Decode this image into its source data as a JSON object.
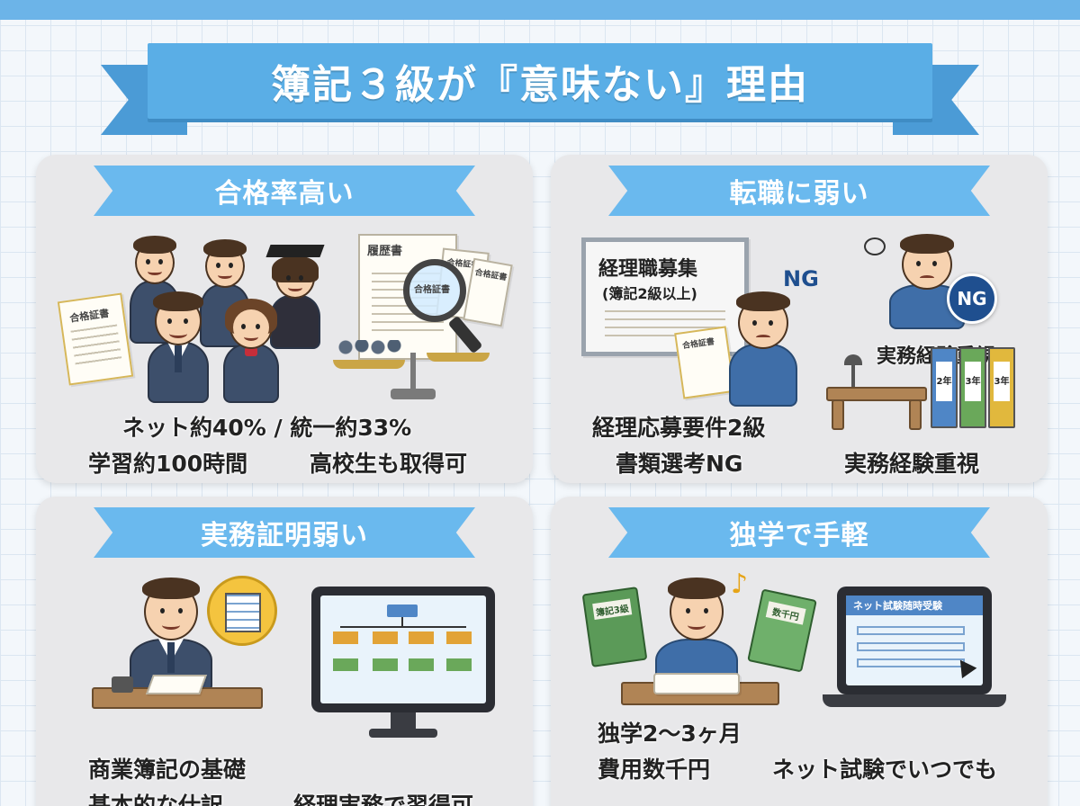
{
  "title": "簿記３級が『意味ない』理由",
  "colors": {
    "ribbon": "#5aaee6",
    "panel_ribbon": "#6ab9ee",
    "panel_bg": "#e8e8ea",
    "ng_badge": "#1f4f8f"
  },
  "panels": [
    {
      "heading": "合格率高い",
      "captions": [
        "ネット約40% / 統一約33%",
        "学習約100時間",
        "高校生も取得可"
      ],
      "props": {
        "certificate": "合格証書",
        "resume": "履歴書",
        "magnifier_label": "合格証書",
        "small_cert_1": "合格証書",
        "small_cert_2": "合格証書"
      },
      "icons": [
        "student-group-icon",
        "graduation-cap-icon",
        "magnifying-glass-icon",
        "balance-scale-icon"
      ]
    },
    {
      "heading": "転職に弱い",
      "captions": [
        "経理応募要件2級",
        "書類選考NG",
        "実務経験重視"
      ],
      "props": {
        "job_sign_title": "経理職募集",
        "job_sign_sub": "(簿記2級以上)",
        "certificate": "合格証書",
        "ng_label": "NG",
        "ng_badge": "NG",
        "experience_label": "実務経験重視",
        "binder_labels": [
          "2年",
          "3年",
          "3年"
        ]
      },
      "icons": [
        "worried-man-icon",
        "desk-lamp-icon",
        "binder-icon"
      ]
    },
    {
      "heading": "実務証明弱い",
      "captions": [
        "商業簿記の基礎",
        "基本的な仕訳",
        "経理実務で習得可"
      ],
      "icons": [
        "office-worker-icon",
        "spreadsheet-bubble-icon",
        "calculator-icon",
        "flowchart-monitor-icon"
      ]
    },
    {
      "heading": "独学で手軽",
      "captions": [
        "独学2〜3ヶ月",
        "費用数千円",
        "ネット試験でいつでも"
      ],
      "props": {
        "book_1": "簿記3級",
        "book_2": "数千円",
        "laptop_title": "ネット試験随時受験"
      },
      "icons": [
        "studying-student-icon",
        "music-note-icon",
        "textbook-icon",
        "laptop-icon",
        "cursor-icon"
      ]
    }
  ]
}
